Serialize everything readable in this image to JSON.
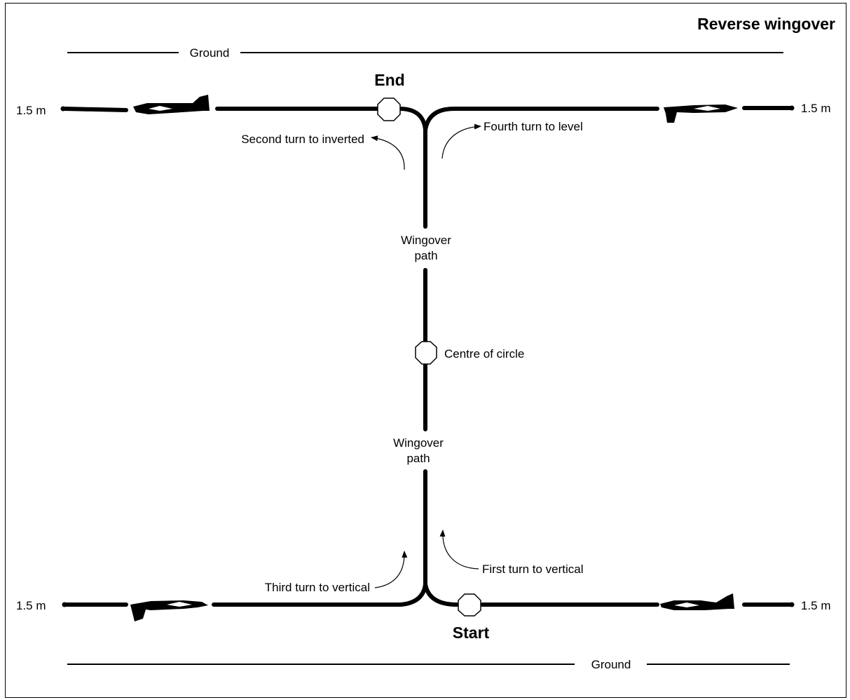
{
  "title": "Reverse wingover",
  "labels": {
    "ground_top": "Ground",
    "ground_bottom": "Ground",
    "end": "End",
    "start": "Start",
    "height_top_left": "1.5 m",
    "height_top_right": "1.5 m",
    "height_bottom_left": "1.5 m",
    "height_bottom_right": "1.5 m",
    "path_upper_1": "Wingover",
    "path_upper_2": "path",
    "path_lower_1": "Wingover",
    "path_lower_2": "path",
    "centre": "Centre of circle",
    "second_turn": "Second turn to inverted",
    "fourth_turn": "Fourth turn to level",
    "third_turn": "Third turn to vertical",
    "first_turn": "First turn to vertical"
  },
  "colors": {
    "line": "#000000",
    "background": "#ffffff"
  }
}
